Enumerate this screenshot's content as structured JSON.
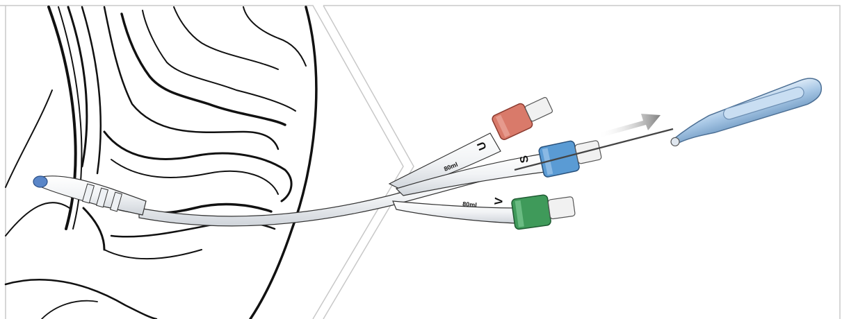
{
  "labels": {
    "u_port": "U",
    "s_port": "S",
    "v_port": "V",
    "u_volume": "80ml",
    "v_volume": "80ml"
  },
  "colors": {
    "u_cap": "#d97a6a",
    "s_cap": "#5a9bd4",
    "v_cap": "#3f9a5a",
    "stylet_handle": "#a9c8e6",
    "arrow": "#8c8c8c",
    "outline": "#111111",
    "panel_border": "#c8c8c8"
  },
  "icons": {
    "direction_arrow": "arrow-right-icon"
  }
}
